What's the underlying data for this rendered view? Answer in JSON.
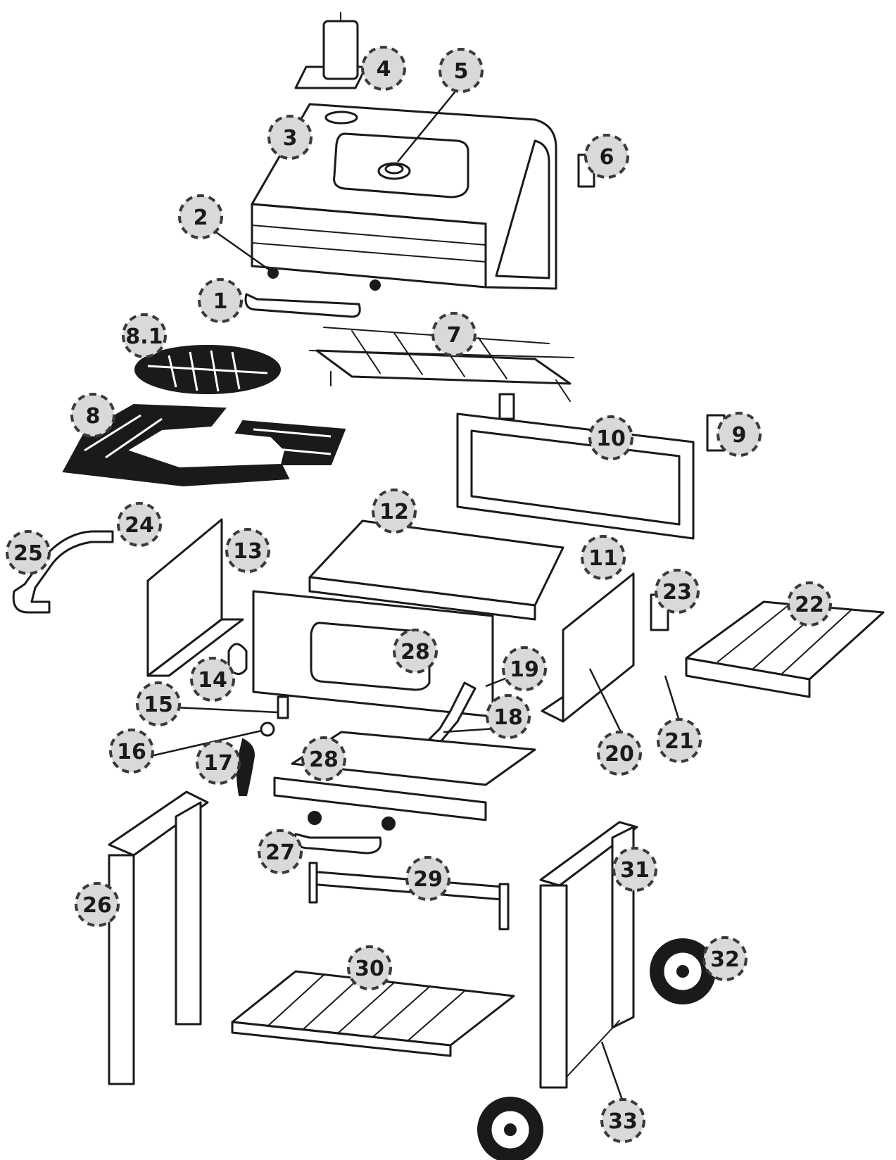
{
  "callouts": [
    {
      "label": "1"
    },
    {
      "label": "2"
    },
    {
      "label": "3"
    },
    {
      "label": "4"
    },
    {
      "label": "5"
    },
    {
      "label": "6"
    },
    {
      "label": "7"
    },
    {
      "label": "8.1"
    },
    {
      "label": "8"
    },
    {
      "label": "9"
    },
    {
      "label": "10"
    },
    {
      "label": "11"
    },
    {
      "label": "12"
    },
    {
      "label": "13"
    },
    {
      "label": "14"
    },
    {
      "label": "15"
    },
    {
      "label": "16"
    },
    {
      "label": "17"
    },
    {
      "label": "18"
    },
    {
      "label": "19"
    },
    {
      "label": "20"
    },
    {
      "label": "21"
    },
    {
      "label": "22"
    },
    {
      "label": "23"
    },
    {
      "label": "24"
    },
    {
      "label": "25"
    },
    {
      "label": "26"
    },
    {
      "label": "27"
    },
    {
      "label": "28"
    },
    {
      "label": "28"
    },
    {
      "label": "29"
    },
    {
      "label": "30"
    },
    {
      "label": "31"
    },
    {
      "label": "32"
    },
    {
      "label": "33"
    }
  ],
  "colors": {
    "callout_fill": "#d9d9d9",
    "callout_stroke": "#3a3a3a",
    "line": "#1a1a1a",
    "background": "#ffffff"
  }
}
